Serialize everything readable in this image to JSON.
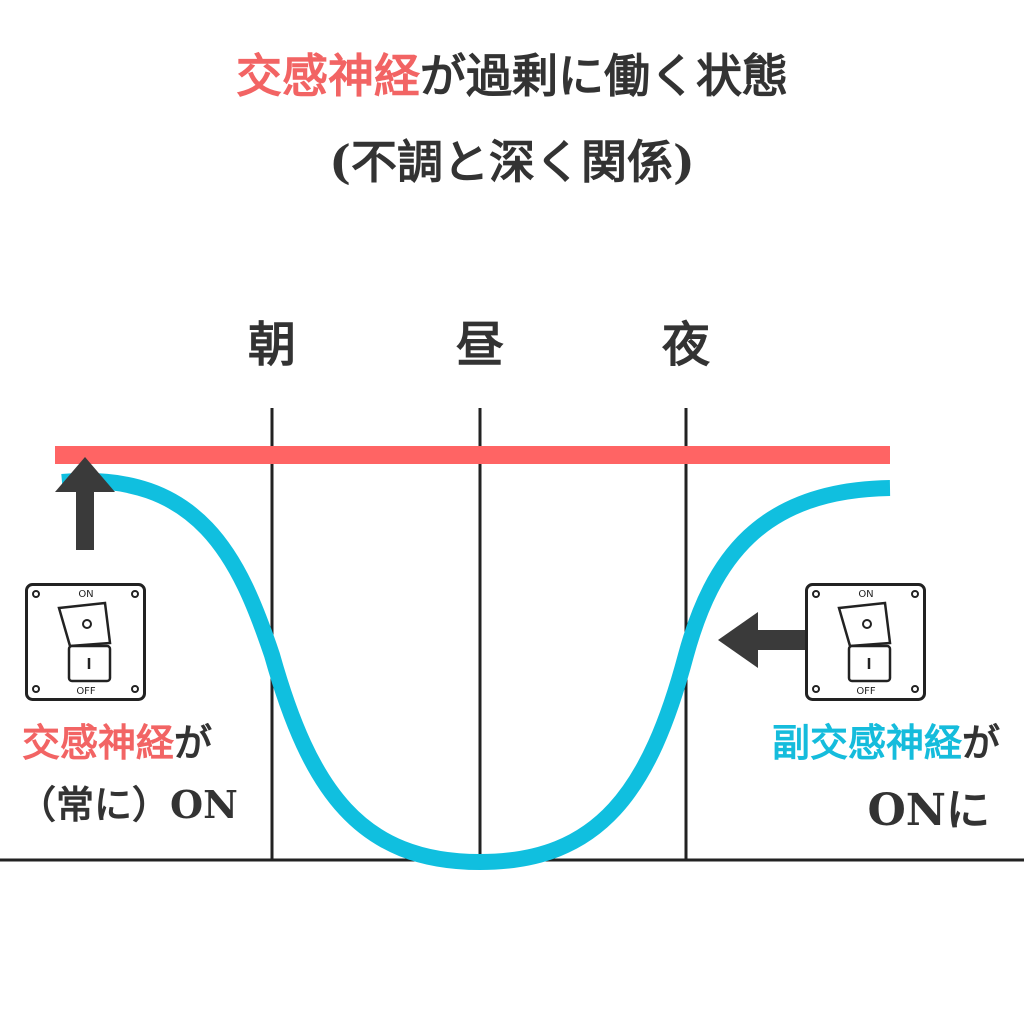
{
  "title": {
    "line1_highlight": "交感神経",
    "line1_rest": "が過剰に働く状態",
    "line2": "(不調と深く関係)"
  },
  "time_labels": [
    "朝",
    "昼",
    "夜"
  ],
  "left_caption": {
    "highlight": "交感神経",
    "rest": "が",
    "line2": "（常に）ON"
  },
  "right_caption": {
    "highlight": "副交感神経",
    "rest": "が",
    "line2": "ONに"
  },
  "switch": {
    "on_label": "ON",
    "off_label": "OFF",
    "on_symbol": "O",
    "off_symbol": "I"
  },
  "colors": {
    "sympathetic": "#ff6464",
    "parasympathetic": "#10bfdf",
    "text": "#333333"
  }
}
